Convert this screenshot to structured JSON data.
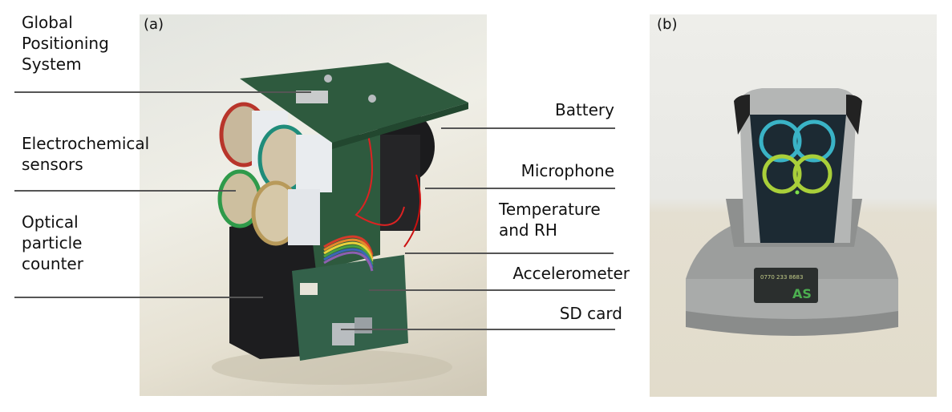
{
  "panels": [
    {
      "tag": "(a)",
      "left_labels": [
        "Global\nPositioning\nSystem",
        "Electrochemical\nsensors",
        "Optical\nparticle\ncounter"
      ],
      "right_labels": [
        "Battery",
        "Microphone",
        "Temperature\nand RH",
        "Accelerometer",
        "SD card"
      ]
    },
    {
      "tag": "(b)",
      "dock_label_number": "0770 233 8683",
      "dock_label_logo": "AS"
    }
  ],
  "colors": {
    "pcb": "#2e5a3e",
    "sensor_red": "#b8352b",
    "sensor_teal": "#1f8c7a",
    "sensor_green": "#2f9a4a",
    "sensor_gold": "#b89a5a",
    "ring_blue": "#3ab3c6",
    "ring_green": "#a9cf3a",
    "device_grey": "#a9abaa",
    "dark_panel": "#1c2a33"
  }
}
